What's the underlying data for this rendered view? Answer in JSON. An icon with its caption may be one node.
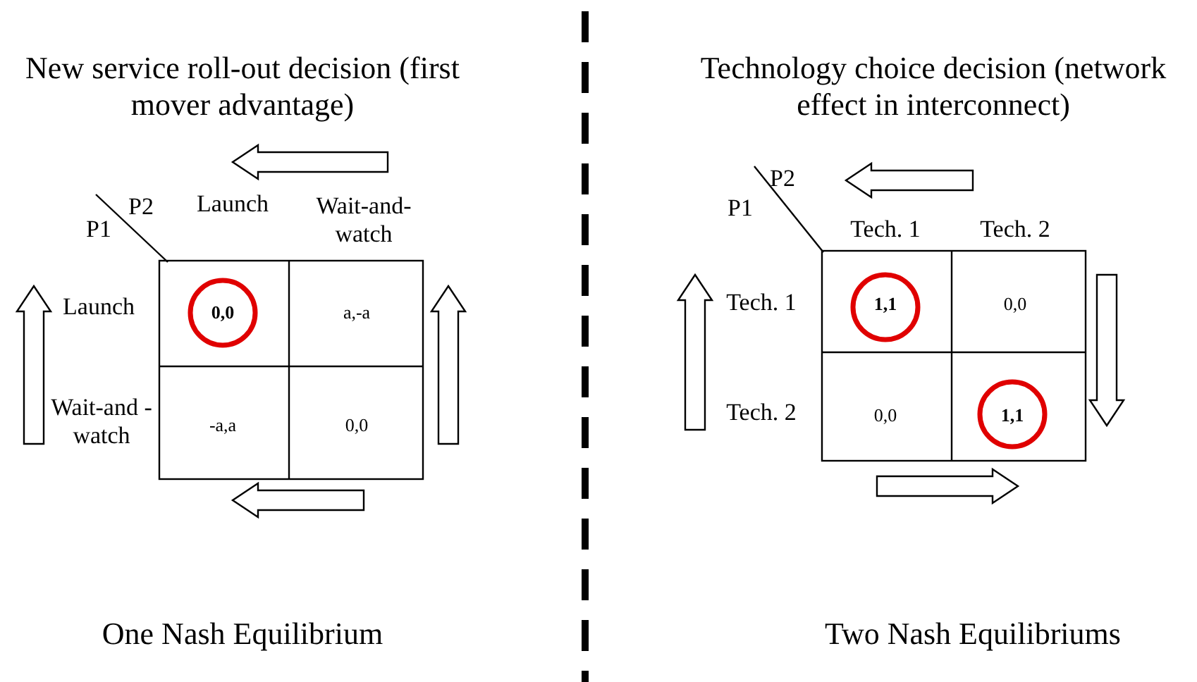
{
  "diagram": {
    "labels": [
      "New service roll-out decision (first mover advantage)",
      "Technology choice decision (network effect in interconnect)",
      "P2",
      "P1",
      "Launch",
      "Wait-and- watch",
      "Launch",
      "0,0",
      "a,-a",
      "Wait-and -watch",
      "-a,a",
      "0,0",
      "P2",
      "P1",
      "Tech. 1",
      "Tech. 2",
      "Tech. 1",
      "1,1",
      "0,0",
      "Tech. 2",
      "0,0",
      "1,1",
      "One Nash Equilibrium",
      "Two Nash Equilibriums"
    ]
  }
}
